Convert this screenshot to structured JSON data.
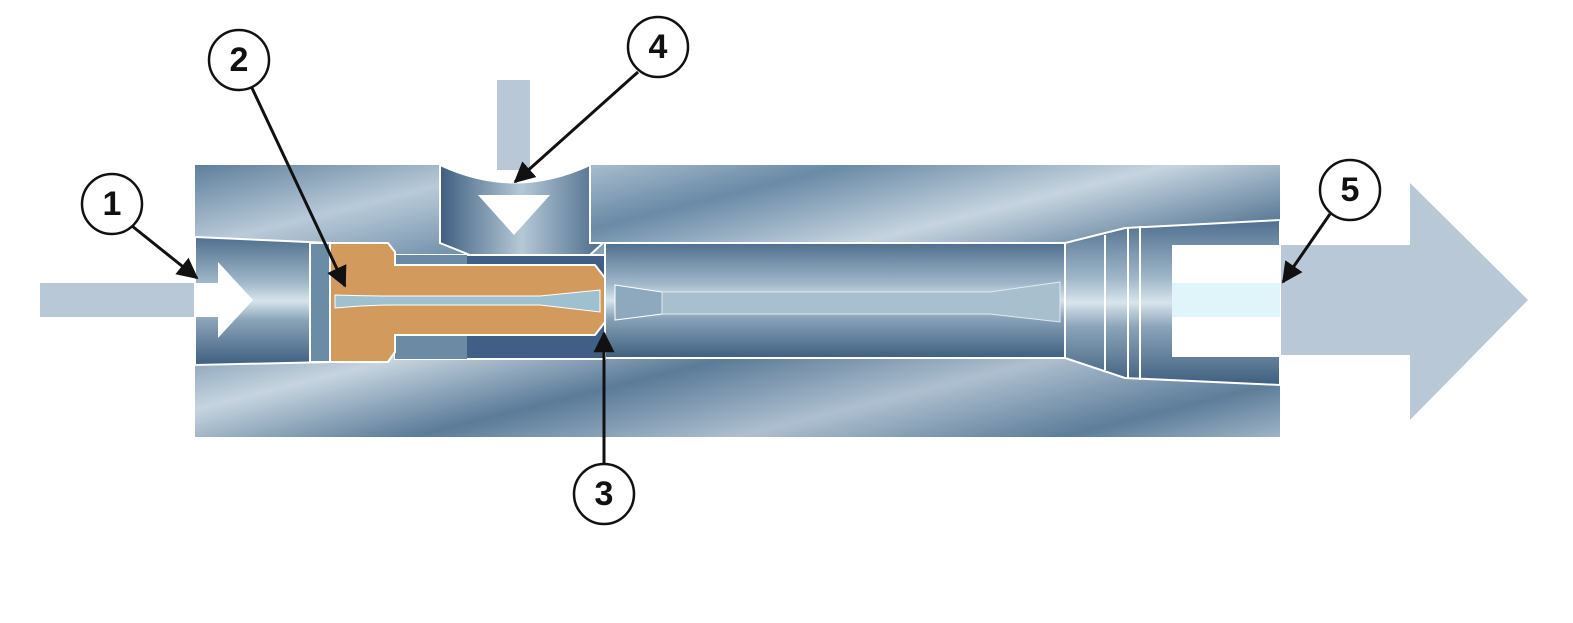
{
  "diagram": {
    "type": "ejector cross-section",
    "callouts": [
      {
        "id": "callout-1",
        "text": "1"
      },
      {
        "id": "callout-2",
        "text": "2"
      },
      {
        "id": "callout-3",
        "text": "3"
      },
      {
        "id": "callout-4",
        "text": "4"
      },
      {
        "id": "callout-5",
        "text": "5"
      }
    ],
    "colors": {
      "body": "#6f8ea8",
      "bore": "#5a7a98",
      "nozzle": "#d39a5e",
      "flow_arrow": "#b9c8d6",
      "outline": "#ffffff"
    }
  }
}
